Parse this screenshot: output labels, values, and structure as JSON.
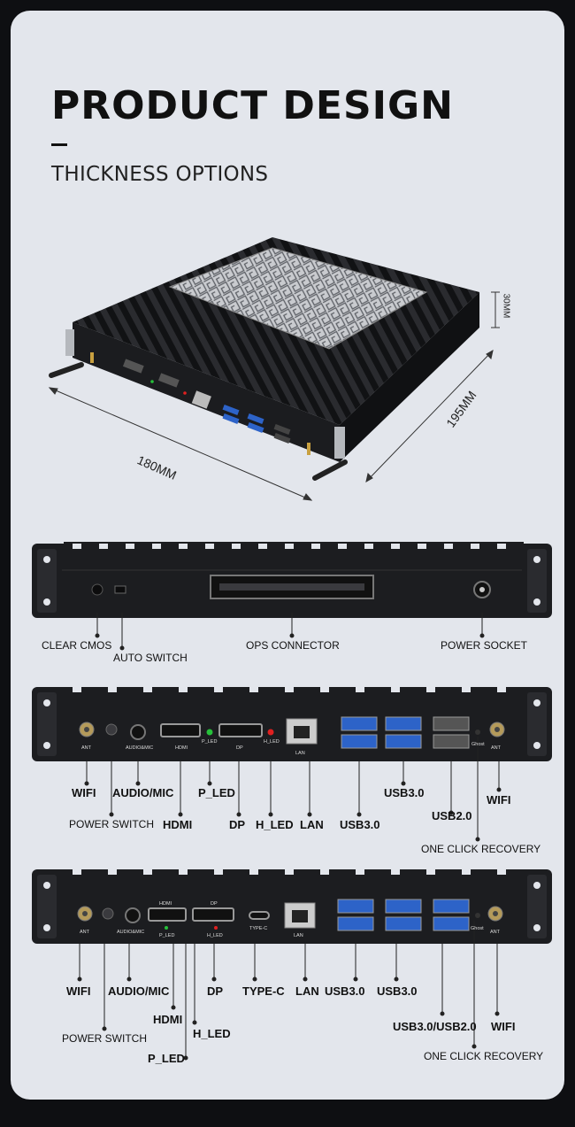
{
  "header": {
    "title": "PRODUCT DESIGN",
    "subtitle": "THICKNESS OPTIONS"
  },
  "dimensions": {
    "width": "180MM",
    "depth": "195MM",
    "height": "30MM"
  },
  "panel1": {
    "labels": {
      "clear_cmos": "CLEAR CMOS",
      "auto_switch": "AUTO SWITCH",
      "ops_connector": "OPS CONNECTOR",
      "power_socket": "POWER SOCKET"
    }
  },
  "panel2": {
    "port_labels": {
      "ant_left": "ANT",
      "audio": "AUDIO&MIC",
      "hdmi": "HDMI",
      "p_led": "P_LED",
      "dp": "DP",
      "h_led": "H_LED",
      "lan": "LAN",
      "ghost": "Ghost",
      "ant_right": "ANT"
    },
    "labels": {
      "wifi_left": "WIFI",
      "audio_mic": "AUDIO/MIC",
      "power_switch": "POWER SWITCH",
      "p_led": "P_LED",
      "hdmi": "HDMI",
      "dp": "DP",
      "h_led": "H_LED",
      "lan": "LAN",
      "usb30_a": "USB3.0",
      "usb30_b": "USB3.0",
      "usb20": "USB2.0",
      "wifi_right": "WIFI",
      "one_click": "ONE CLICK RECOVERY"
    }
  },
  "panel3": {
    "port_labels": {
      "ant_left": "ANT",
      "audio": "AUDIO&MIC",
      "hdmi": "HDMI",
      "p_led": "P_LED",
      "dp": "DP",
      "h_led": "H_LED",
      "typec": "TYPE-C",
      "lan": "LAN",
      "ghost": "Ghost",
      "ant_right": "ANT"
    },
    "labels": {
      "wifi_left": "WIFI",
      "audio_mic": "AUDIO/MIC",
      "hdmi": "HDMI",
      "power_switch": "POWER SWITCH",
      "h_led": "H_LED",
      "p_led": "P_LED",
      "dp": "DP",
      "typec": "TYPE-C",
      "lan": "LAN",
      "usb30_a": "USB3.0",
      "usb30_b": "USB3.0",
      "usb30_20": "USB3.0/USB2.0",
      "wifi_right": "WIFI",
      "one_click": "ONE CLICK RECOVERY"
    }
  },
  "colors": {
    "card": "#e3e6ec",
    "device": "#1c1d20",
    "usb3": "#2d63c8",
    "led_green": "#26c13a",
    "led_red": "#e02020"
  }
}
